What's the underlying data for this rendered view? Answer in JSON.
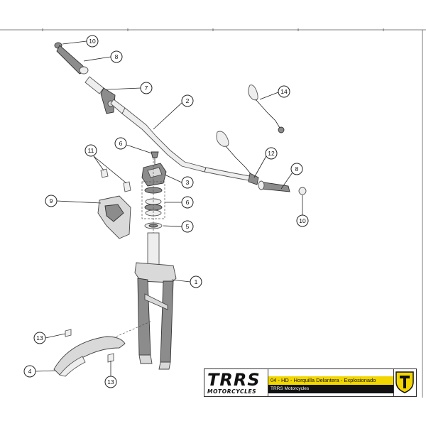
{
  "callouts": [
    {
      "id": "c10a",
      "label": "10"
    },
    {
      "id": "c8a",
      "label": "8"
    },
    {
      "id": "c7",
      "label": "7"
    },
    {
      "id": "c2",
      "label": "2"
    },
    {
      "id": "c14",
      "label": "14"
    },
    {
      "id": "c6a",
      "label": "6"
    },
    {
      "id": "c11",
      "label": "11"
    },
    {
      "id": "c12",
      "label": "12"
    },
    {
      "id": "c8b",
      "label": "8"
    },
    {
      "id": "c3",
      "label": "3"
    },
    {
      "id": "c9",
      "label": "9"
    },
    {
      "id": "c6b",
      "label": "6"
    },
    {
      "id": "c5",
      "label": "5"
    },
    {
      "id": "c10b",
      "label": "10"
    },
    {
      "id": "c1",
      "label": "1"
    },
    {
      "id": "c13a",
      "label": "13"
    },
    {
      "id": "c4",
      "label": "4"
    },
    {
      "id": "c13b",
      "label": "13"
    }
  ],
  "title_block": {
    "logo_main": "TRRS",
    "logo_sub": "MOTORCYCLES",
    "title": "04 - HD - Horquilla Delantera - Explosionado",
    "company": "TRRS Motorcycles",
    "accent_color": "#f2d600"
  }
}
